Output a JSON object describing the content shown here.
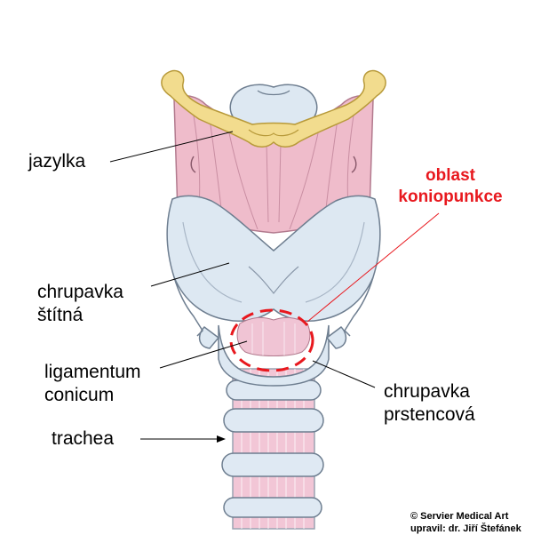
{
  "labels": {
    "jazylka": "jazylka",
    "thyroid_line1": "chrupavka",
    "thyroid_line2": "štítná",
    "ligament_line1": "ligamentum",
    "ligament_line2": "conicum",
    "trachea": "trachea",
    "cricoid_line1": "chrupavka",
    "cricoid_line2": "prstencová",
    "area_line1": "oblast",
    "area_line2": "koniopunkce"
  },
  "credits": {
    "line1": "© Servier Medical Art",
    "line2": "upravil: dr. Jiří Štefánek"
  },
  "colors": {
    "highlight": "#e8181e",
    "cartilage": "#dde8f2",
    "hyoid": "#f2dc8e",
    "membrane": "#efbccb",
    "outline": "#6e7e90"
  }
}
